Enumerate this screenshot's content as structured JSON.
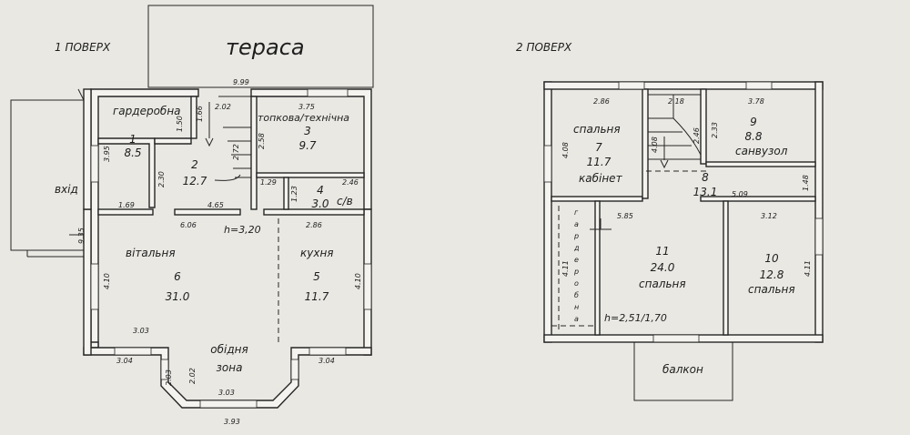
{
  "floor1": {
    "title": "1 ПОВЕРХ",
    "terrace": "тераса",
    "entrance": "вхід",
    "height": "h=3,20",
    "rooms": [
      {
        "num": "1",
        "area": "8.5",
        "name": "гардеробна"
      },
      {
        "num": "2",
        "area": "12.7",
        "name": ""
      },
      {
        "num": "3",
        "area": "9.7",
        "name": "топкова/технічна"
      },
      {
        "num": "4",
        "area": "3.0",
        "name": "с/в"
      },
      {
        "num": "5",
        "area": "11.7",
        "name": "кухня"
      },
      {
        "num": "6",
        "area": "31.0",
        "name": "вітальня"
      }
    ],
    "dining": [
      "обідня",
      "зона"
    ],
    "dims": [
      "9.99",
      "2.02",
      "3.75",
      "1.50",
      "1.66",
      "3.95",
      "2.30",
      "2.72",
      "2.58",
      "1.29",
      "1.23",
      "2.46",
      "1.69",
      "4.65",
      "6.06",
      "2.86",
      "9.35",
      "4.10",
      "4.10",
      "3.03",
      "3.04",
      "2.03",
      "2.02",
      "3.03",
      "3.04",
      "3.93"
    ]
  },
  "floor2": {
    "title": "2 ПОВЕРХ",
    "balcony": "балкон",
    "height": "h=2,51/1,70",
    "rooms": [
      {
        "num": "7",
        "area": "11.7",
        "name": "спальня",
        "name2": "кабінет"
      },
      {
        "num": "8",
        "area": "13.1",
        "name": ""
      },
      {
        "num": "9",
        "area": "8.8",
        "name": "санвузол"
      },
      {
        "num": "10",
        "area": "12.8",
        "name": "спальня"
      },
      {
        "num": "11",
        "area": "24.0",
        "name": "спальня"
      }
    ],
    "wardrobe_letters": [
      "г",
      "а",
      "р",
      "д",
      "е",
      "р",
      "о",
      "б",
      "н",
      "а"
    ],
    "dims": [
      "2.86",
      "2.18",
      "3.78",
      "4.08",
      "4.08",
      "2.46",
      "2.33",
      "5.09",
      "1.48",
      "5.85",
      "3.12",
      "4.11",
      "4.11"
    ]
  }
}
